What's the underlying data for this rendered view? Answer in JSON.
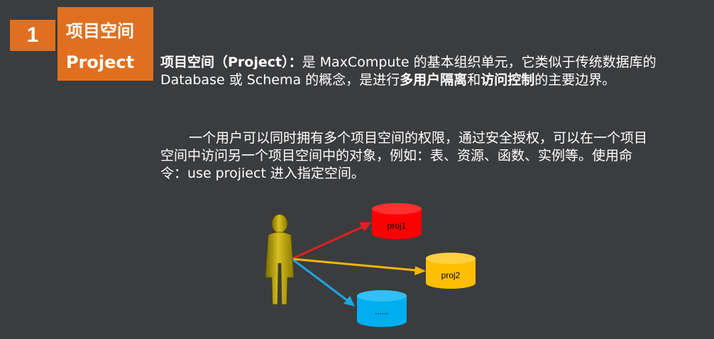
{
  "badge": {
    "number": "1",
    "title": "项目空间",
    "subtitle": "Project"
  },
  "paragraph1": {
    "term": "项目空间（Project）",
    "colon": "：",
    "text1": "是 MaxCompute 的基本组织单元，它类似于传统数据库的 Database 或 Schema 的概念，是进行",
    "bold1": "多用户隔离",
    "and": "和",
    "bold2": "访问控制",
    "text2": "的主要边界。"
  },
  "paragraph2": "一个用户可以同时拥有多个项目空间的权限，通过安全授权，可以在一个项目空间中访问另一个项目空间中的对象，例如：表、资源、函数、实例等。使用命令：use projiect 进入指定空间。",
  "diagram": {
    "projects": [
      {
        "label": "proj1",
        "color": "#ff0000",
        "arrow_color": "#e02020"
      },
      {
        "label": "proj2",
        "color": "#ffbf00",
        "arrow_color": "#f5b800"
      },
      {
        "label": "......",
        "color": "#00aeef",
        "arrow_color": "#1aa8e0"
      }
    ],
    "user_color": "#b8a000"
  }
}
